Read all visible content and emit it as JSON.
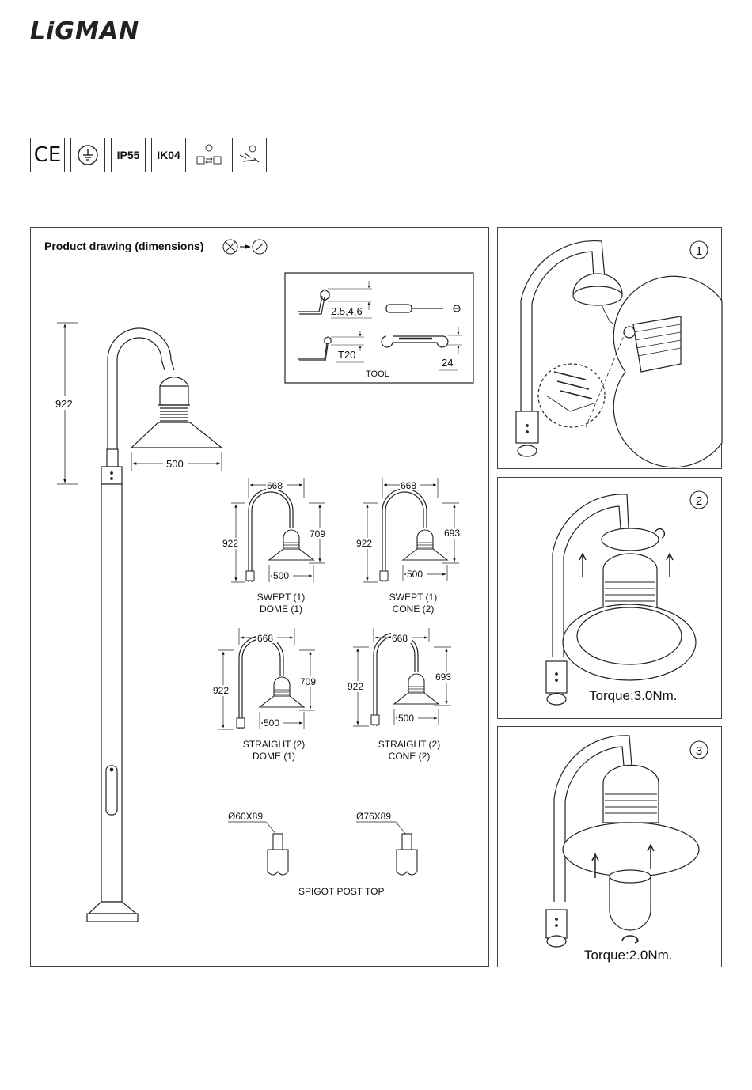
{
  "brand": "LiGMAN",
  "certifications": [
    "CE",
    "earth",
    "IP55",
    "IK04",
    "lamp-swap",
    "wiring"
  ],
  "product_drawing": {
    "heading": "Product drawing (dimensions)",
    "main_dims": {
      "height": "922",
      "width": "500"
    },
    "tool_box": {
      "hex_sizes": "2.5,4,6",
      "torx": "T20",
      "wrench": "24",
      "label": "TOOL"
    },
    "variants": [
      {
        "w": "668",
        "h": "922",
        "h2": "709",
        "base": "500",
        "line1": "SWEPT (1)",
        "line2": "DOME (1)"
      },
      {
        "w": "668",
        "h": "922",
        "h2": "693",
        "base": "500",
        "line1": "SWEPT (1)",
        "line2": "CONE (2)"
      },
      {
        "w": "668",
        "h": "922",
        "h2": "709",
        "base": "500",
        "line1": "STRAIGHT (2)",
        "line2": "DOME (1)"
      },
      {
        "w": "668",
        "h": "922",
        "h2": "693",
        "base": "500",
        "line1": "STRAIGHT (2)",
        "line2": "CONE (2)"
      }
    ],
    "spigots": {
      "a": "Ø60X89",
      "b": "Ø76X89",
      "label": "SPIGOT POST TOP"
    }
  },
  "steps": [
    {
      "number": "1"
    },
    {
      "number": "2",
      "torque": "Torque:3.0Nm."
    },
    {
      "number": "3",
      "torque": "Torque:2.0Nm."
    }
  ]
}
